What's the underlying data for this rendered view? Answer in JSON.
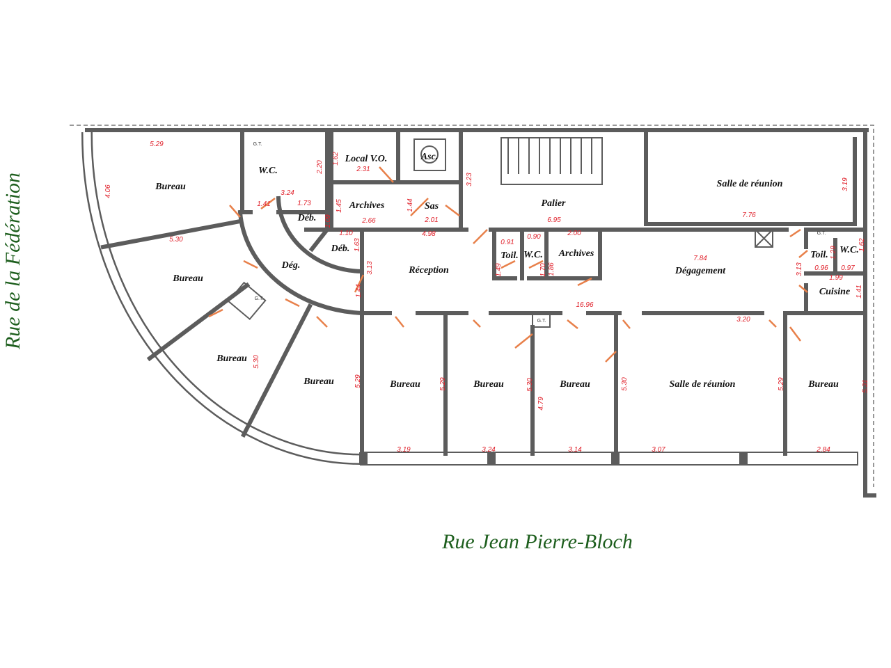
{
  "streets": {
    "bottom": "Rue  Jean  Pierre-Bloch",
    "left": "Rue  de  la  Fédération"
  },
  "colors": {
    "wall": "#5c5c5c",
    "dimension": "#e0202a",
    "door": "#e8804a",
    "street": "#1d5e1d"
  },
  "rooms": [
    "Bureau",
    "Bureau",
    "Bureau",
    "Bureau",
    "Bureau",
    "Bureau",
    "Bureau",
    "Salle de réunion",
    "Bureau",
    "W.C.",
    "Déb.",
    "Déb.",
    "Dég.",
    "Local V.O.",
    "Asc.",
    "Archives",
    "Sas",
    "Palier",
    "Salle de réunion",
    "Réception",
    "Toil.",
    "W.C.",
    "Archives",
    "Dégagement",
    "Toil.",
    "W.C.",
    "Cuisine"
  ],
  "gaine_labels": [
    "G.T.",
    "G.T.",
    "G.T.",
    "G.T."
  ],
  "dimensions": [
    "5.29",
    "4.06",
    "5.30",
    "5.30",
    "1.41",
    "3.24",
    "1.73",
    "2.20",
    "1.09",
    "1.45",
    "1.62",
    "2.31",
    "1.10",
    "1.63",
    "3.13",
    "1.44",
    "2.66",
    "1.44",
    "2.01",
    "3.23",
    "4.98",
    "6.95",
    "0.91",
    "0.90",
    "2.00",
    "1.49",
    "1.70",
    "1.86",
    "16.96",
    "7.76",
    "3.19",
    "7.84",
    "3.13",
    "1.29",
    "0.96",
    "0.97",
    "1.99",
    "1.41",
    "1.62",
    "5.29",
    "5.29",
    "5.30",
    "4.79",
    "5.30",
    "5.29",
    "5.31",
    "3.20",
    "3.19",
    "3.24",
    "3.14",
    "3.07",
    "2.84"
  ]
}
